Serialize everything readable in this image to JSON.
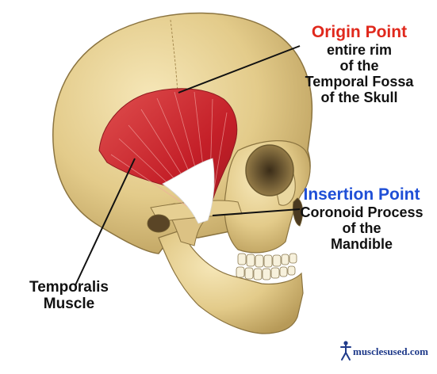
{
  "origin": {
    "title": "Origin Point",
    "lines": [
      "entire rim",
      "of the",
      "Temporal Fossa",
      "of the Skull"
    ]
  },
  "insertion": {
    "title": "Insertion Point",
    "lines": [
      "Coronoid Process",
      "of the",
      "Mandible"
    ]
  },
  "muscle": {
    "lines": [
      "Temporalis",
      "Muscle"
    ]
  },
  "logo": {
    "text": "musclesused.com",
    "icon": "human-figure-icon"
  },
  "colors": {
    "origin_title": "#e0281c",
    "insertion_title": "#1f4fd6",
    "bone": "#e8d49a",
    "muscle": "#c8232b",
    "tendon": "#ffffff"
  }
}
